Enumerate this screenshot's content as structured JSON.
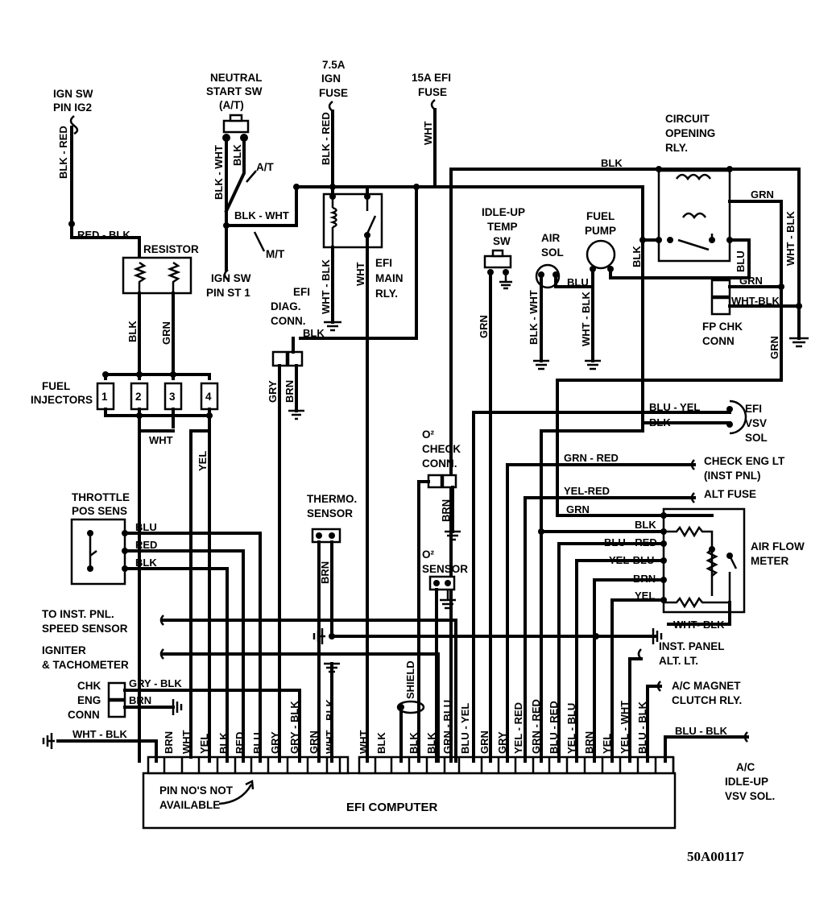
{
  "components": {
    "ign_sw_ig2": [
      "IGN SW",
      "PIN IG2"
    ],
    "neutral_start_sw": [
      "NEUTRAL",
      "START SW",
      "(A/T)"
    ],
    "ign_fuse": [
      "7.5A",
      "IGN",
      "FUSE"
    ],
    "efi_fuse": [
      "15A EFI",
      "FUSE"
    ],
    "circuit_opening_rly": [
      "CIRCUIT",
      "OPENING",
      "RLY."
    ],
    "resistor": "RESISTOR",
    "ign_sw_st1": [
      "IGN SW",
      "PIN ST 1"
    ],
    "efi_main_rly": [
      "EFI",
      "MAIN",
      "RLY."
    ],
    "efi_diag_conn": [
      "EFI",
      "DIAG.",
      "CONN."
    ],
    "idle_up_temp_sw": [
      "IDLE-UP",
      "TEMP",
      "SW"
    ],
    "air_sol": [
      "AIR",
      "SOL"
    ],
    "fuel_pump": [
      "FUEL",
      "PUMP"
    ],
    "fp_chk_conn": [
      "FP CHK",
      "CONN"
    ],
    "fuel_injectors": [
      "FUEL",
      "INJECTORS"
    ],
    "injector_numbers": [
      "1",
      "2",
      "3",
      "4"
    ],
    "efi_vsv_sol": [
      "EFI",
      "VSV",
      "SOL"
    ],
    "o2_check_conn": [
      "O²",
      "CHECK",
      "CONN."
    ],
    "check_eng_lt": [
      "CHECK ENG LT",
      "(INST PNL)"
    ],
    "alt_fuse": "ALT FUSE",
    "throttle_pos_sens": [
      "THROTTLE",
      "POS SENS"
    ],
    "thermo_sensor": [
      "THERMO.",
      "SENSOR"
    ],
    "o2_sensor": [
      "O²",
      "SENSOR"
    ],
    "air_flow_meter": [
      "AIR FLOW",
      "METER"
    ],
    "speed_sensor": [
      "TO INST. PNL.",
      "SPEED SENSOR"
    ],
    "igniter": [
      "IGNITER",
      "& TACHOMETER"
    ],
    "inst_panel_alt_lt": [
      "INST. PANEL",
      "ALT. LT."
    ],
    "chk_eng_conn": [
      "CHK",
      "ENG",
      "CONN"
    ],
    "ac_magnet_rly": [
      "A/C MAGNET",
      "CLUTCH RLY."
    ],
    "ac_idle_up": [
      "A/C",
      "IDLE-UP",
      "VSV SOL."
    ],
    "pin_note": [
      "PIN NO'S NOT",
      "AVAILABLE"
    ],
    "efi_computer": "EFI COMPUTER",
    "ref_code": "50A00117"
  },
  "markers": {
    "at": "A/T",
    "mt": "M/T",
    "shield": "SHIELD"
  },
  "wire_labels": {
    "blk_red_ig2": "BLK - RED",
    "red_blk": "RED - BLK",
    "blk_wht_nss": "BLK - WHT",
    "blk_nss": "BLK",
    "blk_wht_mt": "BLK - WHT",
    "blk_red_fuse": "BLK - RED",
    "wht_efi": "WHT",
    "blk_top": "BLK",
    "grn_cor": "GRN",
    "wht_blk_right": "WHT - BLK",
    "wht_blk_main": "WHT - BLK",
    "wht_main": "WHT",
    "blk_diag": "BLK",
    "blk_res": "BLK",
    "grn_res": "GRN",
    "grn_idle": "GRN",
    "blk_wht_air": "BLK - WHT",
    "blu_pump": "BLU",
    "wht_blk_pump": "WHT - BLK",
    "blk_pump": "BLK",
    "blu_cor": "BLU",
    "grn_fp": "GRN",
    "wht_blk_fp": "WHT-BLK",
    "grn_right": "GRN",
    "gry_diag": "GRY",
    "brn_diag": "BRN",
    "blu_yel_vsv": "BLU - YEL",
    "blk_vsv": "BLK",
    "wht_inj": "WHT",
    "yel_inj": "YEL",
    "brn_o2": "BRN",
    "grn_red": "GRN - RED",
    "yel_red": "YEL-RED",
    "grn_afm": "GRN",
    "blk_afm": "BLK",
    "blu_red_afm": "BLU - RED",
    "yel_blu_afm": "YEL-BLU",
    "brn_afm": "BRN",
    "yel_afm": "YEL",
    "blu_tps": "BLU",
    "red_tps": "RED",
    "blk_tps": "BLK",
    "brn_thermo": "BRN",
    "wht_blk_alt": "WHT- BLK",
    "gry_blk_chk": "GRY - BLK",
    "brn_chk": "BRN",
    "wht_blk_gnd": "WHT - BLK",
    "blu_blk_ac": "BLU - BLK"
  },
  "pins": [
    "BRN",
    "WHT",
    "YEL",
    "BLK",
    "RED",
    "BLU",
    "GRY",
    "GRY - BLK",
    "GRN",
    "WHT - BLK",
    "WHT",
    "BLK",
    "BLK",
    "BLK",
    "GRN - BLU",
    "BLU - YEL",
    "GRN",
    "GRY",
    "YEL - RED",
    "GRN - RED",
    "BLU - RED",
    "YEL - BLU",
    "BRN",
    "YEL",
    "YEL - WHT",
    "BLU - BLK"
  ]
}
